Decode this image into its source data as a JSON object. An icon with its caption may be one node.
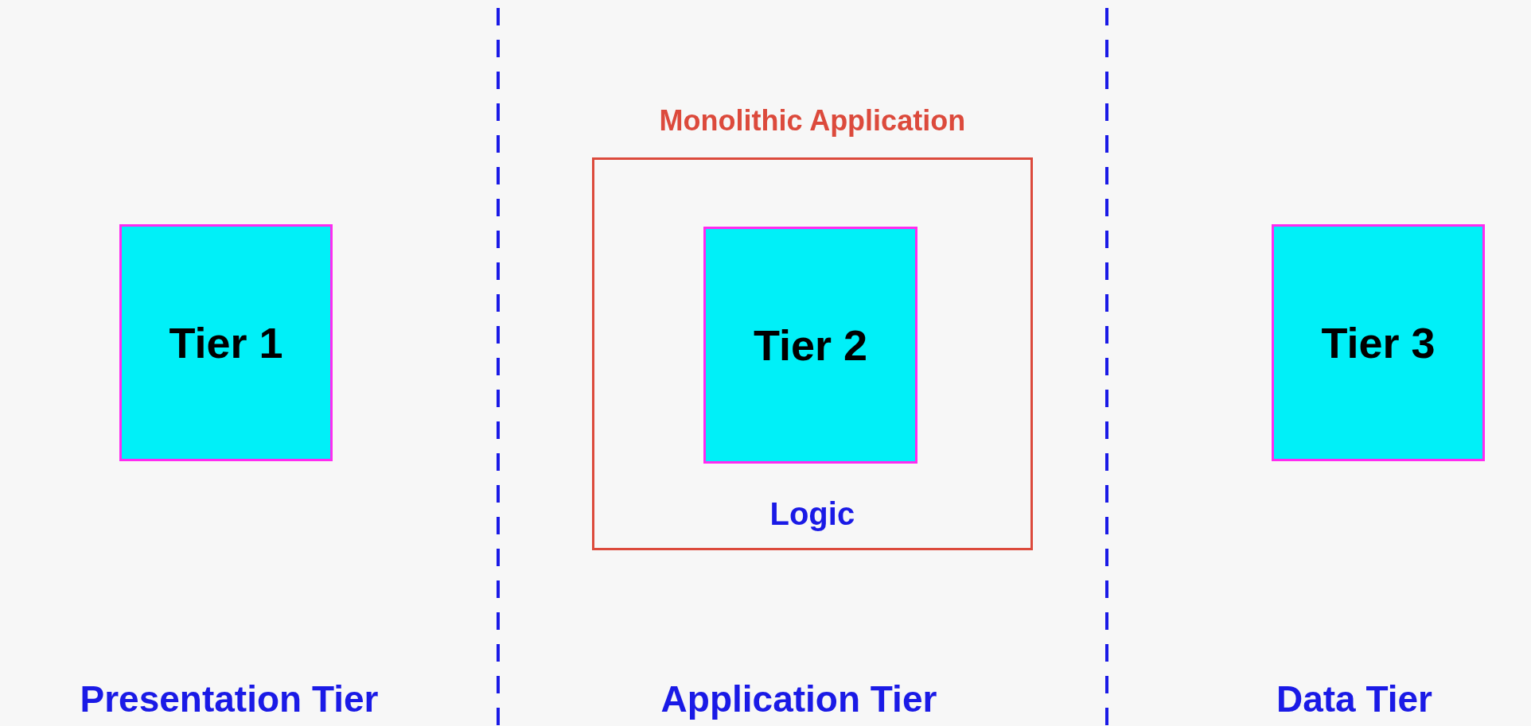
{
  "diagram": {
    "nodes": [
      {
        "text": [
          "Tier 1"
        ]
      },
      {
        "text": [
          "Monolithic Application",
          "Logic"
        ]
      },
      {
        "text": [
          "Tier 2"
        ],
        "in": 1
      },
      {
        "text": [
          "Tier 3"
        ]
      }
    ],
    "edges": [],
    "labels": [
      "Presentation Tier",
      "Application Tier",
      "Data Tier"
    ]
  }
}
